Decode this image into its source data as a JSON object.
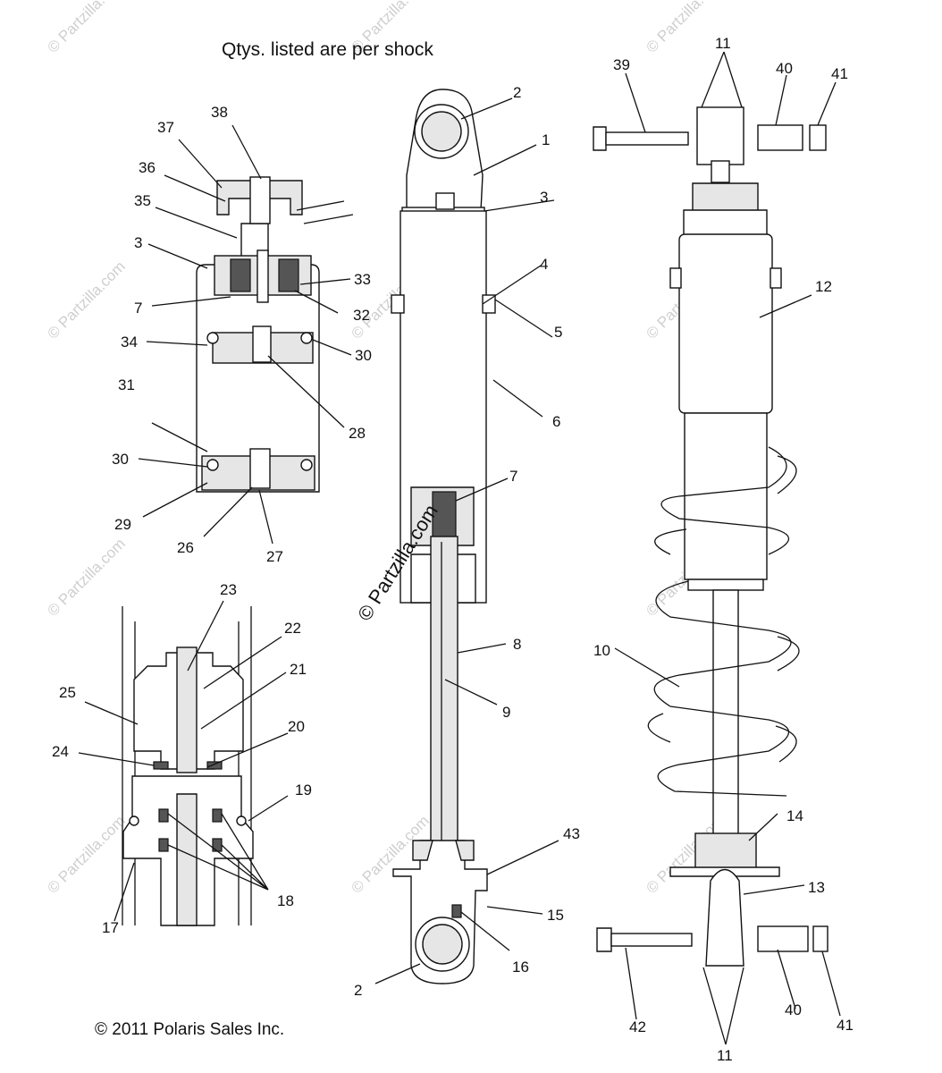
{
  "header": {
    "note": "Qtys. listed are per shock"
  },
  "footer": {
    "copyright": "© 2011 Polaris Sales Inc."
  },
  "watermark": {
    "text": "© Partzilla.com",
    "faint_text": "© Partzilla.com"
  },
  "callouts": {
    "c1": "1",
    "c2a": "2",
    "c2b": "2",
    "c3a": "3",
    "c3b": "3",
    "c4": "4",
    "c5": "5",
    "c6": "6",
    "c7a": "7",
    "c7b": "7",
    "c8": "8",
    "c9": "9",
    "c10": "10",
    "c11a": "11",
    "c11b": "11",
    "c12": "12",
    "c13": "13",
    "c14": "14",
    "c15": "15",
    "c16": "16",
    "c17": "17",
    "c18": "18",
    "c19": "19",
    "c20": "20",
    "c21": "21",
    "c22": "22",
    "c23": "23",
    "c24": "24",
    "c25": "25",
    "c26": "26",
    "c27": "27",
    "c28": "28",
    "c29": "29",
    "c30a": "30",
    "c30b": "30",
    "c31": "31",
    "c32": "32",
    "c33": "33",
    "c34": "34",
    "c35": "35",
    "c36": "36",
    "c37": "37",
    "c38": "38",
    "c39": "39",
    "c40a": "40",
    "c40b": "40",
    "c41a": "41",
    "c41b": "41",
    "c42": "42",
    "c43": "43"
  }
}
